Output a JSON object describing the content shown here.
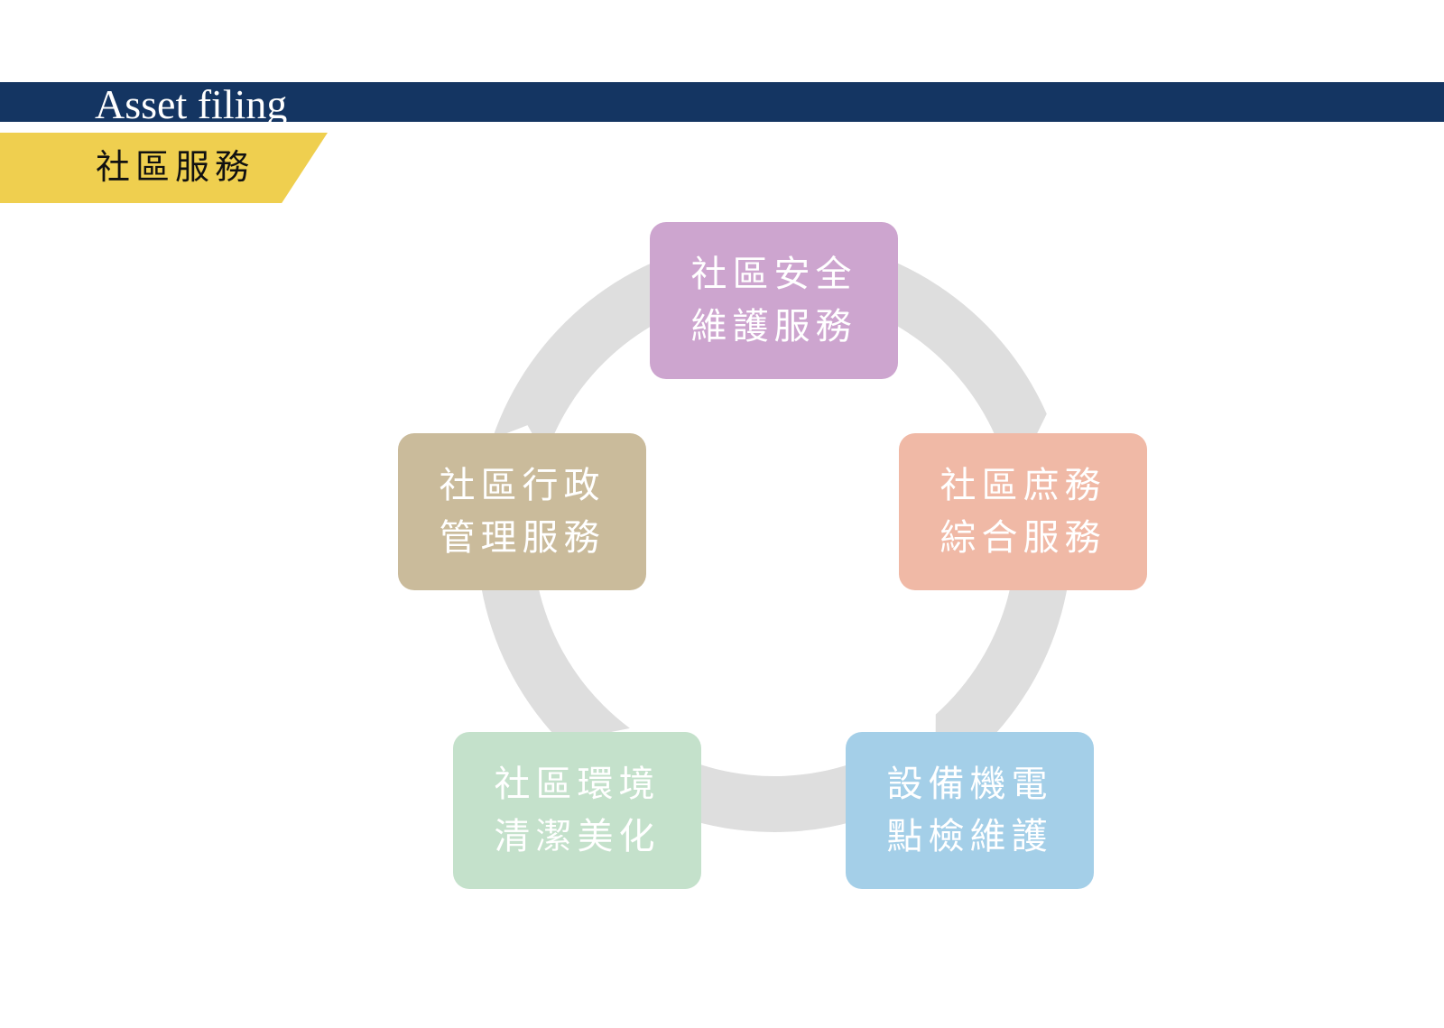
{
  "header": {
    "title": "Asset filing",
    "section_title": "社區服務"
  },
  "diagram": {
    "ring_color": "#dedede",
    "nodes": [
      {
        "label": "社區安全\n維護服務",
        "color": "#cda5cf"
      },
      {
        "label": "社區庶務\n綜合服務",
        "color": "#f0b9a6"
      },
      {
        "label": "設備機電\n點檢維護",
        "color": "#a4cfe8"
      },
      {
        "label": "社區環境\n清潔美化",
        "color": "#c4e1cb"
      },
      {
        "label": "社區行政\n管理服務",
        "color": "#cabb9b"
      }
    ]
  },
  "colors": {
    "header_bar": "#143562",
    "section_tab": "#efcf4f"
  }
}
